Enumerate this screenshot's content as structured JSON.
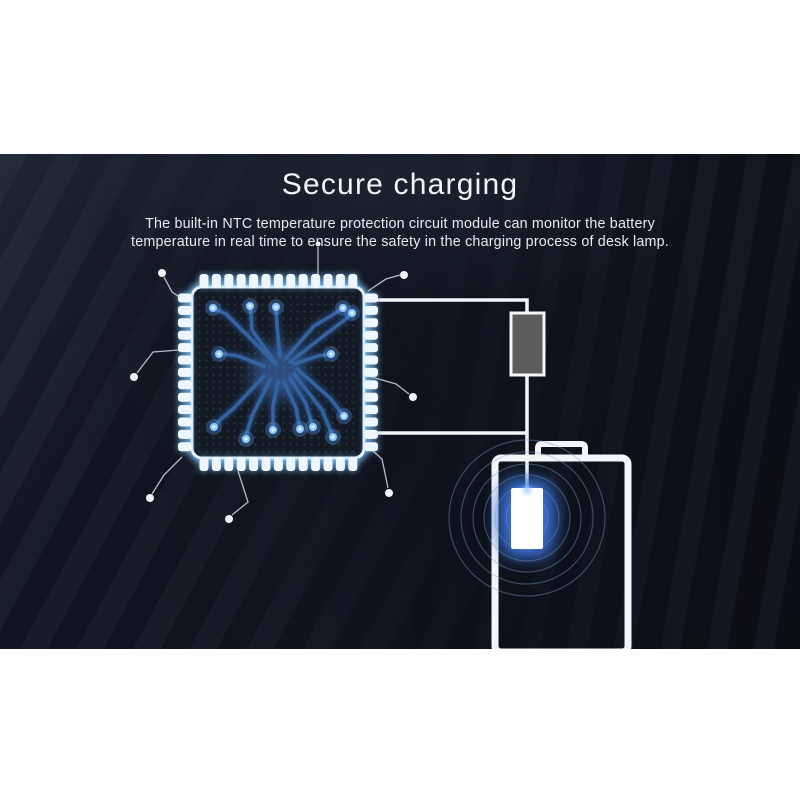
{
  "title": "Secure charging",
  "description": {
    "line1": "The built-in NTC temperature protection circuit module can monitor the battery",
    "line2": "temperature in real time to ensure the safety in the charging process of desk lamp."
  },
  "theme": {
    "page_background": "#ffffff",
    "hero_background": "#10141d",
    "title_color": "#f2f3f5",
    "description_color": "#e9ebee",
    "wire_color": "#f3f6f8",
    "chip_border_color": "#eef8ff",
    "chip_glow_color": "#7fc8ff",
    "chip_body_color": "#141a24",
    "trace_color": "#35639f",
    "node_color": "#8cc8ff",
    "module_glow_color": "#3f7de6",
    "resistor_fill": "#5c5c5c",
    "callout_color": "#b6bcc4"
  }
}
